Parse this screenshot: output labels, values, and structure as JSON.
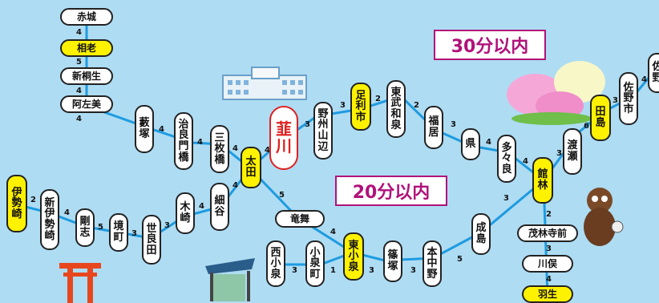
{
  "zones": {
    "outer": "30分以内",
    "inner": "20分以内"
  },
  "stations": {
    "akagi": "赤城",
    "aioi": "相老",
    "shinkiryu": "新桐生",
    "azami": "阿左美",
    "yabuzuka": "藪塚",
    "jiryomon": "治良門橋",
    "mikuribashi": "三枚橋",
    "ota": "太田",
    "nirayama": "韮川",
    "yashuyamabe": "野州山辺",
    "ashikagashi": "足利市",
    "tobuwaizumi": "東武和泉",
    "fukui": "福居",
    "agata": "県",
    "tatara": "多々良",
    "tatebayashi": "館林",
    "watarase": "渡瀬",
    "tajima": "田島",
    "sanoshi": "佐野市",
    "sano": "佐野",
    "isesaki": "伊勢崎",
    "shiniseaki": "新伊勢崎",
    "goshi": "剛志",
    "sakaimachi": "境町",
    "serata": "世良田",
    "kizaki": "木崎",
    "hosoya": "細谷",
    "ryumai": "竜舞",
    "nishikoizumi": "西小泉",
    "koizumimachi": "小泉町",
    "higashikoizumi": "東小泉",
    "shinozuka": "篠塚",
    "motonakano": "本中野",
    "narushima": "成島",
    "morinyaimae": "茂林寺前",
    "kawamata": "川俣",
    "hanyu": "羽生"
  },
  "minutes": {
    "akagi_aioi": "4",
    "aioi_shinkiryu": "5",
    "shinkiryu_azami": "4",
    "azami_yabuzuka": "4",
    "yabuzuka_jiryomon": "4",
    "jiryomon_mikuribashi": "4",
    "mikuribashi_ota": "4",
    "ota_nirayama": "4",
    "nirayama_yashu": "3",
    "yashu_ashikaga": "3",
    "ashikaga_waizumi": "2",
    "waizumi_fukui": "2",
    "fukui_agata": "3",
    "agata_tatara": "4",
    "tatara_tatebayashi": "4",
    "tatebayashi_watarase": "3",
    "watarase_tajima": "6",
    "tajima_sanoshi": "3",
    "sanoshi_sano": "4",
    "isesaki_shiniseaki": "2",
    "shiniseaki_goshi": "4",
    "goshi_sakaimachi": "5",
    "sakaimachi_serata": "3",
    "serata_kizaki": "3",
    "kizaki_hosoya": "4",
    "hosoya_ota": "4",
    "ota_ryumai": "5",
    "ryumai_higashikoizumi": "4",
    "nishi_koizumimachi": "3",
    "koizumimachi_higashi": "1",
    "higashi_shinozuka": "3",
    "shinozuka_motonakano": "3",
    "motonakano_narushima": "5",
    "narushima_tatebayashi": "3",
    "tatebayashi_morinyai": "2",
    "morinyai_kawamata": "3",
    "kawamata_hanyu": "4"
  },
  "colors": {
    "water": "#aedcf3",
    "line": "#1e9be0",
    "highlight": "#fff200",
    "accent": "#e02020",
    "zone": "#b0127a"
  }
}
